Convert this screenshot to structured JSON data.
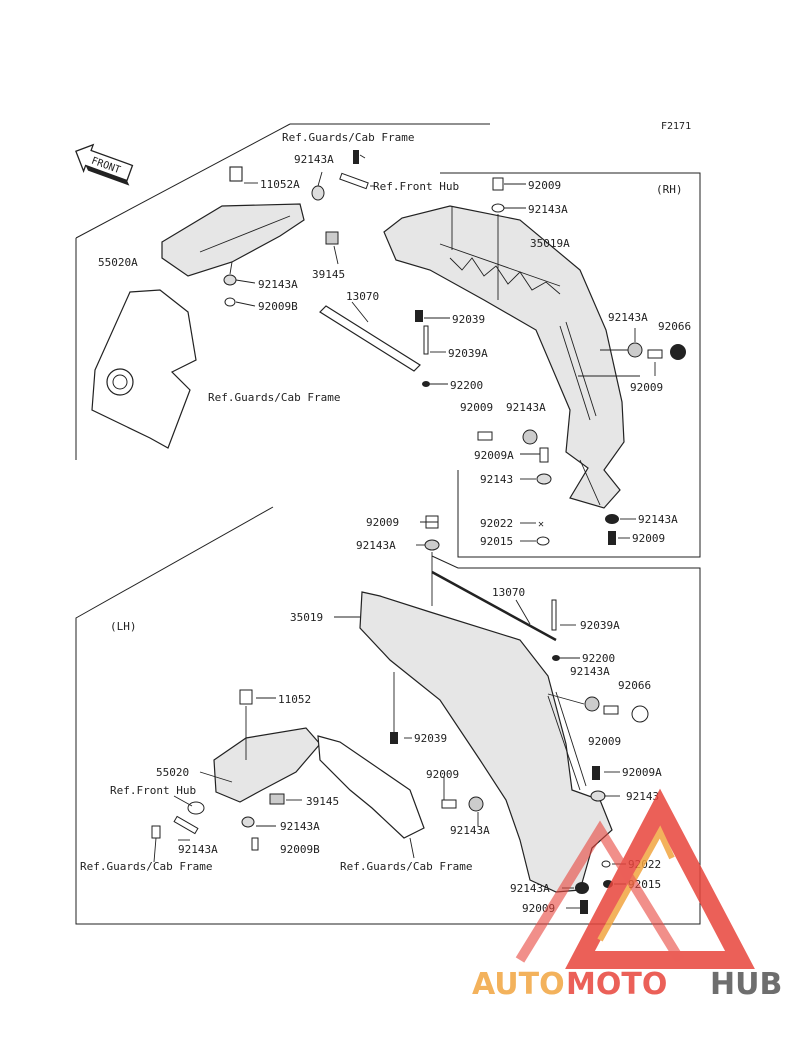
{
  "diagram_code": "F2171",
  "front_label": "FRONT",
  "side_labels": {
    "rh": "(RH)",
    "lh": "(LH)"
  },
  "labels": {
    "ref_guards_cab_1": "Ref.Guards/Cab Frame",
    "p_92143A_1": "92143A",
    "p_11052A": "11052A",
    "ref_front_hub_1": "Ref.Front Hub",
    "p_55020A": "55020A",
    "p_92143A_2": "92143A",
    "p_92009B_1": "92009B",
    "p_39145_1": "39145",
    "p_13070_1": "13070",
    "ref_guards_cab_2": "Ref.Guards/Cab Frame",
    "p_92009_1": "92009",
    "p_92143A_3": "92143A",
    "p_35019A": "35019A",
    "p_92039_1": "92039",
    "p_92039A_1": "92039A",
    "p_92200_1": "92200",
    "p_92143A_4": "92143A",
    "p_92066_1": "92066",
    "p_92009_2": "92009",
    "p_92009_3": "92009",
    "p_92143A_5": "92143A",
    "p_92009A_1": "92009A",
    "p_92143_1": "92143",
    "p_92022_1": "92022",
    "p_92143A_6": "92143A",
    "p_92015_1": "92015",
    "p_92009_4": "92009",
    "p_92009_5": "92009",
    "p_92143A_7": "92143A",
    "p_13070_2": "13070",
    "p_35019": "35019",
    "p_92039A_2": "92039A",
    "p_92200_2": "92200",
    "p_92143A_8": "92143A",
    "p_92066_2": "92066",
    "p_11052": "11052",
    "p_92009_6": "92009",
    "p_92039_2": "92039",
    "p_55020": "55020",
    "p_92009_7": "92009",
    "p_92009A_2": "92009A",
    "ref_front_hub_2": "Ref.Front Hub",
    "p_92143_2": "92143",
    "p_39145_2": "39145",
    "p_92143A_9": "92143A",
    "p_92143A_10": "92143A",
    "p_92009B_2": "92009B",
    "ref_guards_cab_3": "Ref.Guards/Cab Frame",
    "ref_guards_cab_4": "Ref.Guards/Cab Frame",
    "p_92022_2": "92022",
    "p_92143A_11": "92143A",
    "p_92015_2": "92015",
    "p_92009_8": "92009"
  },
  "watermark": {
    "part1": "AUTO",
    "part2": "MOTO",
    "part3": "HUB"
  },
  "colors": {
    "watermark_orange": "#f2a540",
    "watermark_red": "#e8453c",
    "watermark_gray": "#555555"
  }
}
